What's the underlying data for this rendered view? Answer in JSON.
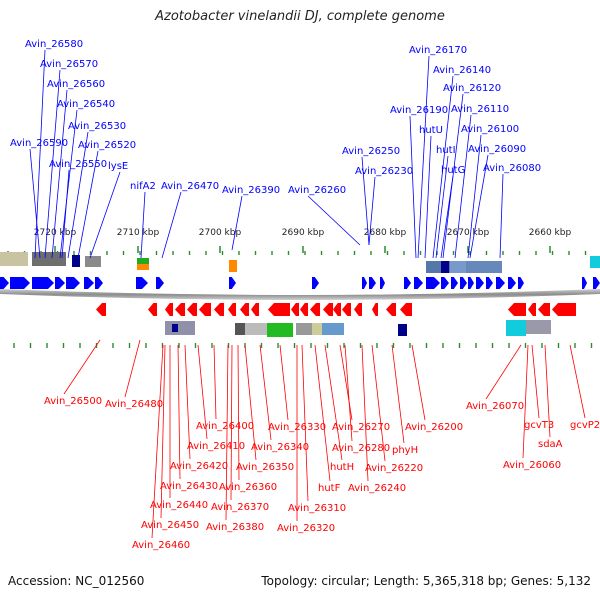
{
  "title": "Azotobacter vinelandii DJ, complete genome",
  "accession": "Accession: NC_012560",
  "topology": "Topology: circular; Length: 5,365,318 bp; Genes: 5,132",
  "colors": {
    "top_genes": "#0000ff",
    "bottom_genes": "#ff0000",
    "backbone": "#9a9a9a",
    "tick_marks": "#2e8b2e"
  },
  "scale_labels": [
    "2720 kbp",
    "2710 kbp",
    "2700 kbp",
    "2690 kbp",
    "2680 kbp",
    "2670 kbp",
    "2660 kbp"
  ],
  "top_labels": [
    "Avin_26580",
    "Avin_26570",
    "Avin_26560",
    "Avin_26540",
    "Avin_26530",
    "Avin_26590",
    "Avin_26520",
    "Avin_26550",
    "lysE",
    "nifA2",
    "Avin_26470",
    "Avin_26390",
    "Avin_26260",
    "Avin_26250",
    "Avin_26230",
    "Avin_26170",
    "Avin_26140",
    "Avin_26120",
    "Avin_26190",
    "Avin_26110",
    "hutU",
    "Avin_26100",
    "hutI",
    "Avin_26090",
    "hutG",
    "Avin_26080"
  ],
  "bottom_labels": [
    "Avin_26500",
    "Avin_26480",
    "Avin_26400",
    "Avin_26410",
    "Avin_26420",
    "Avin_26430",
    "Avin_26440",
    "Avin_26450",
    "Avin_26460",
    "Avin_26330",
    "Avin_26340",
    "Avin_26350",
    "Avin_26360",
    "Avin_26370",
    "Avin_26380",
    "Avin_26270",
    "Avin_26280",
    "hutH",
    "hutF",
    "Avin_26310",
    "Avin_26320",
    "phyH",
    "Avin_26220",
    "Avin_26240",
    "Avin_26200",
    "Avin_26070",
    "gcvT3",
    "gcvP2",
    "sdaA",
    "Avin_26060"
  ]
}
